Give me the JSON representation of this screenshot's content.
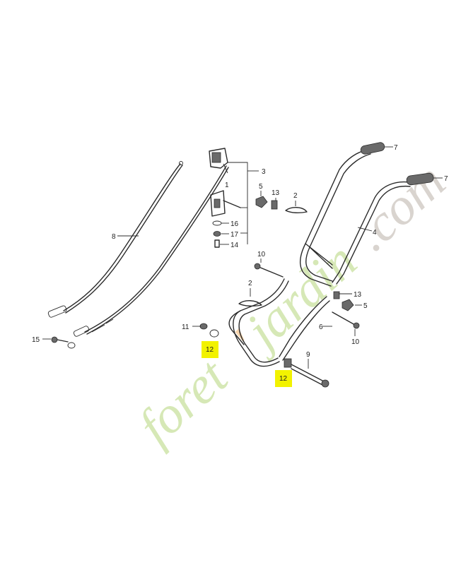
{
  "watermark": {
    "part1": "foret",
    "part2": "'",
    "part3": "jardin",
    "part4": ".com",
    "colors": {
      "green": "#d6e8b6",
      "orange": "#f7d5ae",
      "grey": "#d9d4cf"
    }
  },
  "highlight_color": "#f2f200",
  "callouts": {
    "c1": "1",
    "c2a": "2",
    "c2b": "2",
    "c3": "3",
    "c4": "4",
    "c5a": "5",
    "c5b": "5",
    "c6": "6",
    "c7a": "7",
    "c7b": "7",
    "c8": "8",
    "c9": "9",
    "c10a": "10",
    "c10b": "10",
    "c11": "11",
    "c12a": "12",
    "c12b": "12",
    "c13a": "13",
    "c13b": "13",
    "c14": "14",
    "c15": "15",
    "c16": "16",
    "c17": "17"
  }
}
